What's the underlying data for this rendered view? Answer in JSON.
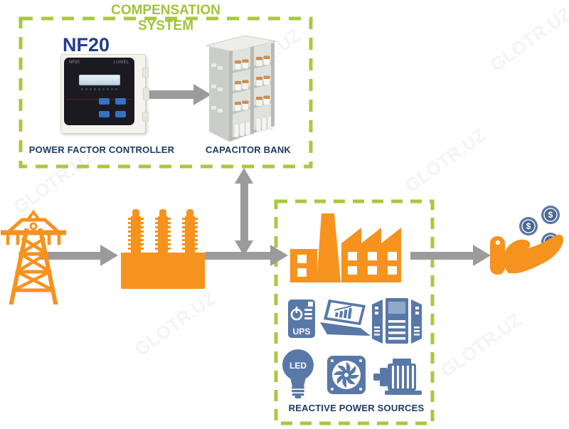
{
  "watermark": {
    "text": "GLOTR.UZ"
  },
  "palette": {
    "green": "#a8c93f",
    "orange": "#f6921e",
    "arrow_grey": "#9b9b9b",
    "navy_caption": "#1e3a63",
    "blue_model": "#233d8c",
    "steel_blue": "#5878a8"
  },
  "compensation_system": {
    "title": "COMPENSATION SYSTEM",
    "controller": {
      "model_label": "NF20",
      "panel_model": "NF20",
      "panel_brand": "LUMEL",
      "caption": "POWER FACTOR CONTROLLER"
    },
    "capacitor_bank": {
      "caption": "CAPACITOR BANK"
    }
  },
  "flow_icons": [
    {
      "icon": "transmission-tower-icon"
    },
    {
      "icon": "transformer-icon"
    },
    {
      "icon": "factory-icon"
    },
    {
      "icon": "hand-receiving-coins-icon"
    }
  ],
  "money": {
    "currency_symbol": "$"
  },
  "reactive_power_sources": {
    "caption": "REACTIVE POWER SOURCES",
    "items": [
      {
        "icon": "ups-icon",
        "label": "UPS"
      },
      {
        "icon": "laptop-icon"
      },
      {
        "icon": "server-towers-icon"
      },
      {
        "icon": "led-bulb-icon",
        "label": "LED"
      },
      {
        "icon": "cooling-fan-icon"
      },
      {
        "icon": "electric-motor-icon"
      }
    ]
  }
}
